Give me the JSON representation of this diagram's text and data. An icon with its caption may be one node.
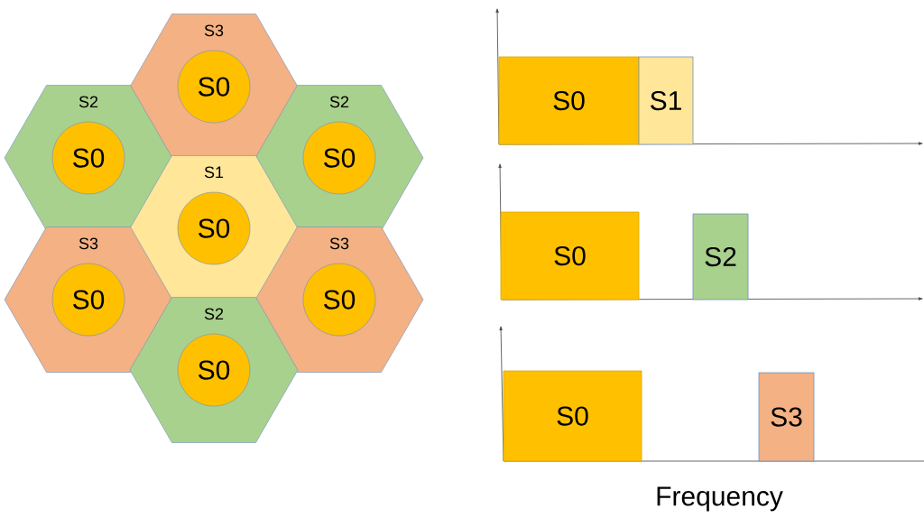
{
  "diagram": {
    "nodes": [
      {
        "text": [
          "S3"
        ]
      },
      {
        "text": [
          "S0"
        ],
        "in": 0
      },
      {
        "text": [
          "S2"
        ]
      },
      {
        "text": [
          "S0"
        ],
        "in": 2
      },
      {
        "text": [
          "S2"
        ]
      },
      {
        "text": [
          "S0"
        ],
        "in": 4
      },
      {
        "text": [
          "S1"
        ]
      },
      {
        "text": [
          "S0"
        ],
        "in": 6
      },
      {
        "text": [
          "S3"
        ]
      },
      {
        "text": [
          "S0"
        ],
        "in": 8
      },
      {
        "text": [
          "S3"
        ]
      },
      {
        "text": [
          "S0"
        ],
        "in": 10
      },
      {
        "text": [
          "S2"
        ]
      },
      {
        "text": [
          "S0"
        ],
        "in": 12
      },
      {
        "text": [
          "S0"
        ]
      },
      {
        "text": [
          "S1"
        ]
      },
      {
        "text": [
          "S0"
        ]
      },
      {
        "text": [
          "S2"
        ]
      },
      {
        "text": [
          "S0"
        ]
      },
      {
        "text": [
          "S3"
        ]
      }
    ],
    "labels": [
      "Frequency"
    ]
  }
}
